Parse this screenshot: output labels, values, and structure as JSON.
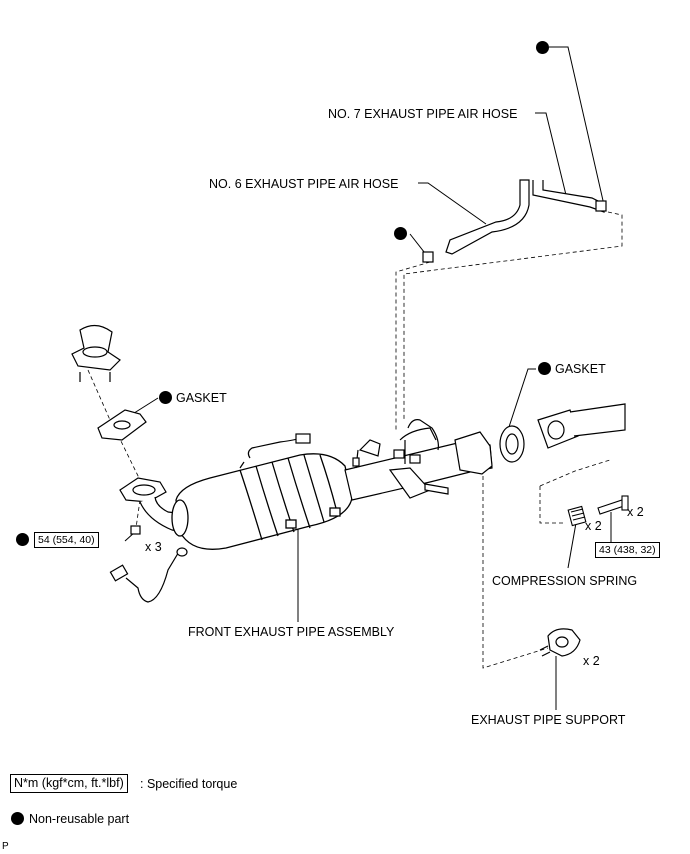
{
  "labels": {
    "no7_hose": "NO. 7 EXHAUST PIPE AIR HOSE",
    "no6_hose": "NO. 6 EXHAUST PIPE AIR HOSE",
    "gasket_left": "GASKET",
    "gasket_right": "GASKET",
    "compression_spring": "COMPRESSION SPRING",
    "front_pipe": "FRONT EXHAUST PIPE ASSEMBLY",
    "support": "EXHAUST PIPE SUPPORT"
  },
  "torques": {
    "flange_nut": "54 (554, 40)",
    "bolt": "43 (438, 32)"
  },
  "quantities": {
    "nuts": "x 3",
    "bolts": "x 2",
    "springs": "x 2",
    "supports": "x 2"
  },
  "legend": {
    "torque_box": "N*m (kgf*cm, ft.*lbf)",
    "torque_text": ": Specified torque",
    "nonreusable_text": "Non-reusable part"
  },
  "footer": {
    "code": "P"
  },
  "colors": {
    "ink": "#000000",
    "paper": "#ffffff",
    "hatch": "#555555"
  }
}
